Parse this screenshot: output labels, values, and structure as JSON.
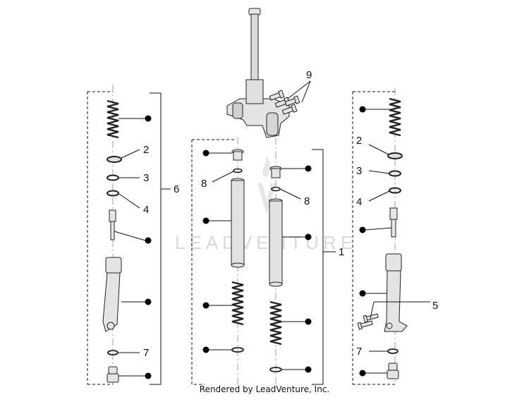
{
  "diagram": {
    "callouts": {
      "c1": "1",
      "c2_left": "2",
      "c2_right": "2",
      "c3_left": "3",
      "c3_right": "3",
      "c4_left": "4",
      "c4_right": "4",
      "c5": "5",
      "c6": "6",
      "c7_left": "7",
      "c7_right": "7",
      "c8_left": "8",
      "c8_right": "8",
      "c9": "9"
    },
    "watermark_text": "LEADVENTURE",
    "footer_text": "Rendered by LeadVenture, Inc."
  }
}
